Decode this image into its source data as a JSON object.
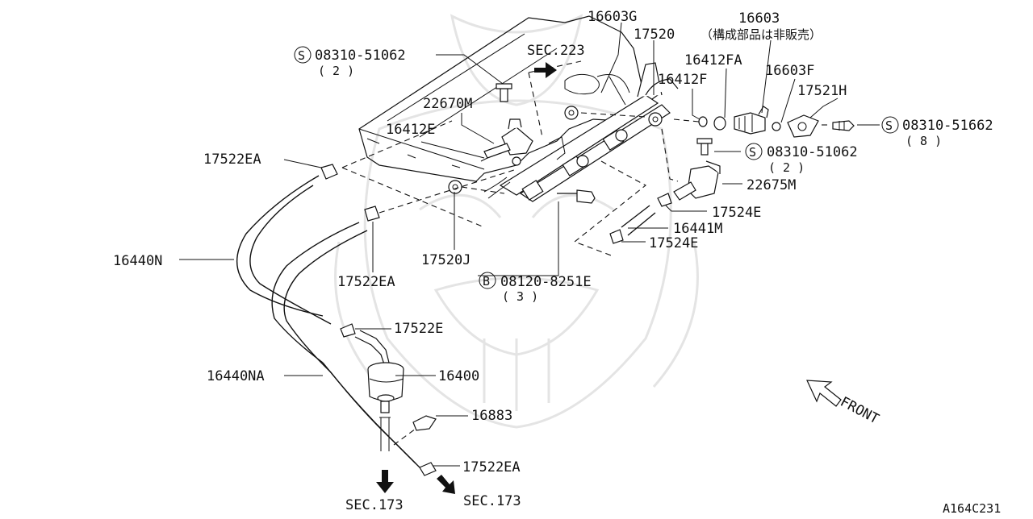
{
  "diagram": {
    "parts": {
      "p16603G": "16603G",
      "p17520": "17520",
      "p16603": "16603",
      "p16603_note": "（構成部品は非販売）",
      "pS1": "08310-51062",
      "pS1_qty": "( 2 )",
      "sec223": "SEC.223",
      "p16412FA": "16412FA",
      "p16412F": "16412F",
      "p16603F": "16603F",
      "p17521H": "17521H",
      "pS2": "08310-51662",
      "pS2_qty": "( 8 )",
      "p22670M": "22670M",
      "p16412E": "16412E",
      "p17522EA_top": "17522EA",
      "pS3": "08310-51062",
      "pS3_qty": "( 2 )",
      "p22675M": "22675M",
      "p17524E_a": "17524E",
      "p16441M": "16441M",
      "p17524E_b": "17524E",
      "p16440N": "16440N",
      "p17520J": "17520J",
      "p17522EA_mid": "17522EA",
      "pB": "08120-8251E",
      "pB_qty": "( 3 )",
      "p17522E": "17522E",
      "p16400": "16400",
      "p16440NA": "16440NA",
      "p16883": "16883",
      "p17522EA_bot": "17522EA",
      "sec173_a": "SEC.173",
      "sec173_b": "SEC.173",
      "front": "FRONT",
      "diagram_code": "A164C231"
    },
    "symbols": {
      "s": "S",
      "b": "B"
    }
  }
}
